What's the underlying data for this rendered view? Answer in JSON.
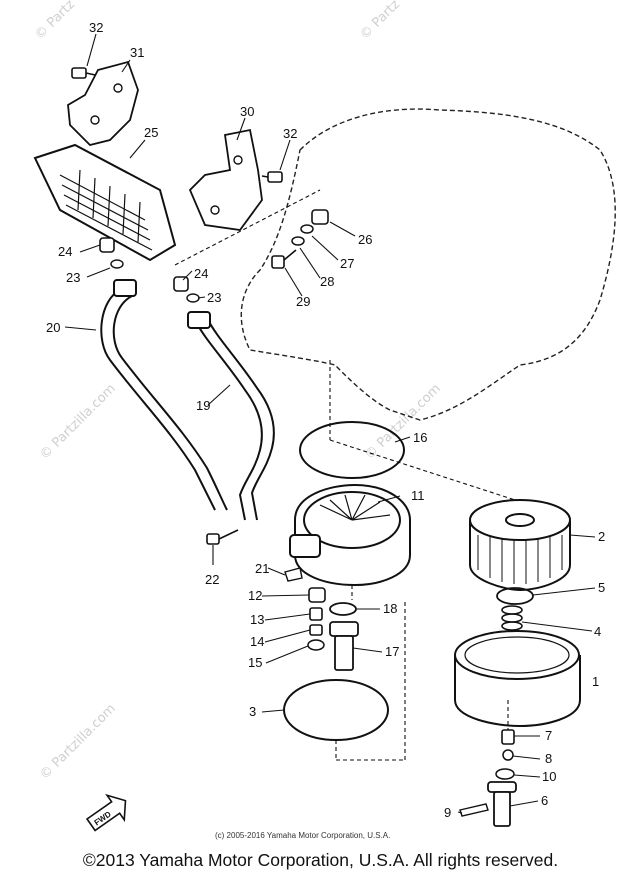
{
  "watermark": "© Partzilla.com",
  "watermark_top_left": "© Partz",
  "watermark_top_right": "© Partz",
  "image_copyright": "(c) 2005-2016 Yamaha Motor Corporation, U.S.A.",
  "footer": "©2013 Yamaha Motor Corporation, U.S.A. All rights reserved.",
  "fwd_label": "FWD",
  "callouts": {
    "c1": "1",
    "c2": "2",
    "c3": "3",
    "c4": "4",
    "c5": "5",
    "c6": "6",
    "c7": "7",
    "c8": "8",
    "c9": "9",
    "c10": "10",
    "c11": "11",
    "c12": "12",
    "c13": "13",
    "c14": "14",
    "c15": "15",
    "c16": "16",
    "c17": "17",
    "c18": "18",
    "c19": "19",
    "c20": "20",
    "c21": "21",
    "c22": "22",
    "c23a": "23",
    "c23b": "23",
    "c24a": "24",
    "c24b": "24",
    "c25": "25",
    "c26": "26",
    "c27": "27",
    "c28": "28",
    "c29": "29",
    "c30": "30",
    "c31": "31",
    "c32a": "32",
    "c32b": "32"
  }
}
